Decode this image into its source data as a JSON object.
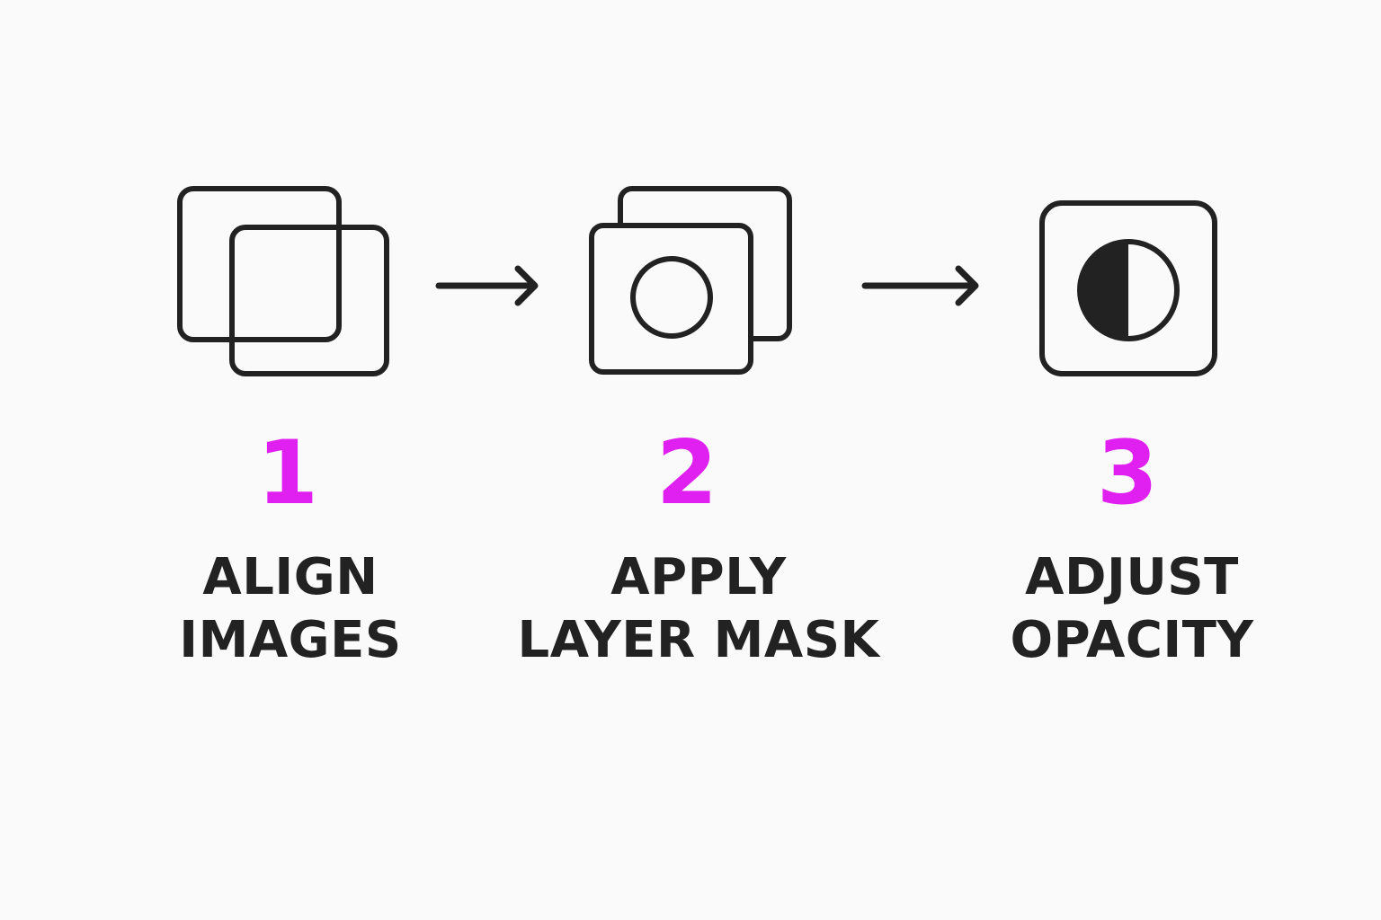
{
  "colors": {
    "background": "#fafafa",
    "accent": "#e020f0",
    "ink": "#222222"
  },
  "steps": [
    {
      "number": "1",
      "label_line1": "ALIGN",
      "label_line2": "IMAGES",
      "icon": "overlapping-frames-icon"
    },
    {
      "number": "2",
      "label_line1": "APPLY",
      "label_line2": "LAYER MASK",
      "icon": "layer-mask-icon"
    },
    {
      "number": "3",
      "label_line1": "ADJUST",
      "label_line2": "OPACITY",
      "icon": "contrast-icon"
    }
  ],
  "connectors": [
    {
      "icon": "arrow-right-icon"
    },
    {
      "icon": "arrow-right-icon"
    }
  ]
}
